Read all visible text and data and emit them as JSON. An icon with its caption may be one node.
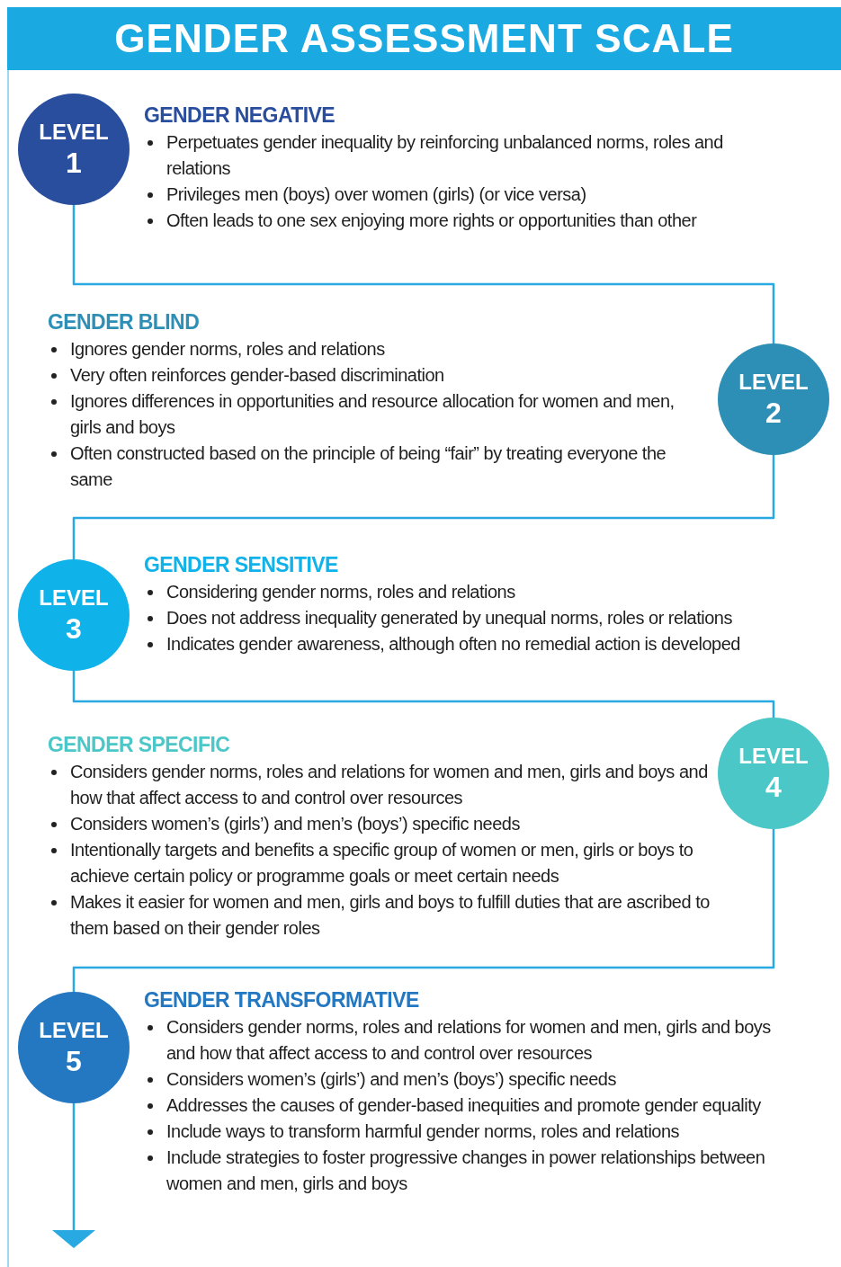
{
  "diagram": {
    "title": "GENDER ASSESSMENT SCALE",
    "nodes": [
      {
        "text": [
          "LEVEL",
          "1"
        ],
        "beside": [
          "GENDER NEGATIVE",
          "Perpetuates gender inequality by reinforcing unbalanced norms, roles and relations",
          "Privileges men (boys) over women (girls) (or vice versa)",
          "Often leads to one sex enjoying more rights or opportunities than other"
        ]
      },
      {
        "text": [
          "LEVEL",
          "2"
        ],
        "beside": [
          "GENDER BLIND",
          "Ignores gender norms, roles and relations",
          "Very often reinforces gender-based discrimination",
          "Ignores differences in opportunities and resource allocation for women and men, girls and boys",
          "Often constructed based on the principle of being “fair” by treating everyone the same"
        ]
      },
      {
        "text": [
          "LEVEL",
          "3"
        ],
        "beside": [
          "GENDER SENSITIVE",
          "Considering gender norms, roles and relations",
          "Does not address inequality generated by unequal norms, roles or relations",
          "Indicates gender awareness, although often no remedial action is developed"
        ]
      },
      {
        "text": [
          "LEVEL",
          "4"
        ],
        "beside": [
          "GENDER SPECIFIC",
          "Considers gender norms, roles and relations for women and men, girls and boys and how that affect access to and control over resources",
          "Considers women’s (girls’) and men’s (boys’) specific needs",
          "Intentionally targets and benefits a specific group of women or men, girls or boys to achieve certain policy or programme goals or meet certain needs",
          "Makes it easier for women and men, girls and boys to fulfill duties that are ascribed to them based on their gender roles"
        ]
      },
      {
        "text": [
          "LEVEL",
          "5"
        ],
        "beside": [
          "GENDER TRANSFORMATIVE",
          "Considers gender norms, roles and relations for women and men, girls and boys and how that affect access to and control over resources",
          "Considers women’s (girls’) and men’s (boys’) specific needs",
          "Addresses the causes of gender-based inequities and promote gender equality",
          "Include ways to transform harmful gender norms, roles and relations",
          "Include strategies to foster progressive changes in power relationships between women and men, girls and boys"
        ]
      }
    ],
    "edges": [
      {
        "from": 0,
        "to": 1,
        "arrow": "none"
      },
      {
        "from": 1,
        "to": 2,
        "arrow": "none"
      },
      {
        "from": 2,
        "to": 3,
        "arrow": "none"
      },
      {
        "from": 3,
        "to": 4,
        "arrow": "none"
      },
      {
        "from": 4,
        "to": null,
        "arrow": "to"
      }
    ]
  }
}
